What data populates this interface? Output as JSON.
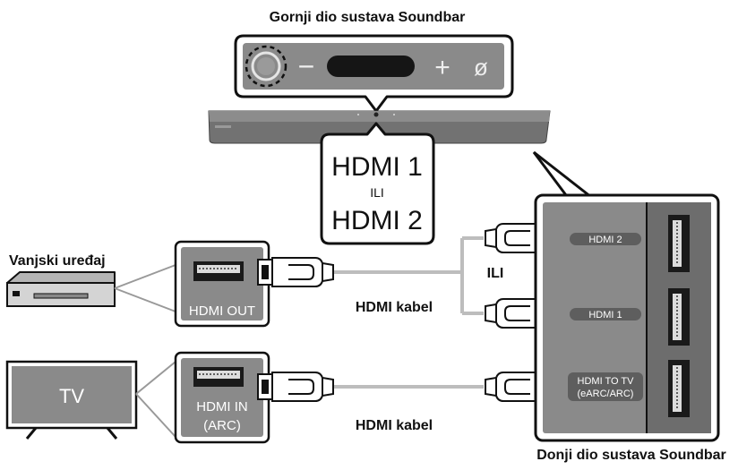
{
  "labels": {
    "top_title": "Gornji dio sustava Soundbar",
    "bottom_title": "Donji dio sustava Soundbar",
    "external_device": "Vanjski uređaj",
    "tv": "TV",
    "hdmi_out": "HDMI OUT",
    "hdmi_in_line1": "HDMI IN",
    "hdmi_in_line2": "(ARC)",
    "cable_upper": "HDMI kabel",
    "cable_lower": "HDMI kabel",
    "or_small": "ILI",
    "callout_line1": "HDMI 1",
    "callout_or": "ILI",
    "callout_line2": "HDMI 2",
    "port_hdmi2": "HDMI 2",
    "port_hdmi1": "HDMI 1",
    "port_tv_line1": "HDMI TO TV",
    "port_tv_line2": "(eARC/ARC)"
  },
  "soundbar_top_controls": {
    "minus_symbol": "−",
    "plus_symbol": "+",
    "mic_off_symbol": "ø"
  },
  "icons": [
    "power-button-icon",
    "volume-down-icon",
    "volume-up-icon",
    "mic-off-icon",
    "hdmi-plug-icon",
    "hdmi-port-icon"
  ],
  "colors": {
    "outline": "#111111",
    "panel": "#8a8a8a",
    "panel_light": "#a9a9a9",
    "port_strip": "#6d6d6d",
    "cable": "#bdbdbd",
    "soundbar": "#707070"
  }
}
